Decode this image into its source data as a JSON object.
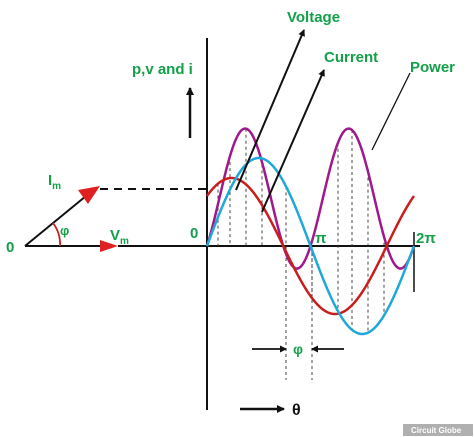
{
  "labels": {
    "voltage": "Voltage",
    "current": "Current",
    "power": "Power",
    "pvi": "p,v and i",
    "origin_left": "0",
    "origin_graph": "0",
    "pi": "π",
    "two_pi": "2π",
    "phi_phasor": "φ",
    "phi_shift": "φ",
    "theta": "θ",
    "i_main": "I",
    "i_sub": "m",
    "v_main": "V",
    "v_sub": "m"
  },
  "watermark": "Circuit Globe",
  "colors": {
    "voltage": "#1fa8d8",
    "current": "#c81e1e",
    "power": "#a0198c",
    "label_green": "#14a04a",
    "arrow_red": "#e02020",
    "axis": "#111111",
    "watermark_bg": "#b0b0b0"
  },
  "icons": {
    "i_phasor_head": "red-arrowhead-icon",
    "v_phasor_head": "red-arrowhead-icon",
    "up_arrow": "arrow-up-icon",
    "theta_arrow": "arrow-right-icon"
  }
}
